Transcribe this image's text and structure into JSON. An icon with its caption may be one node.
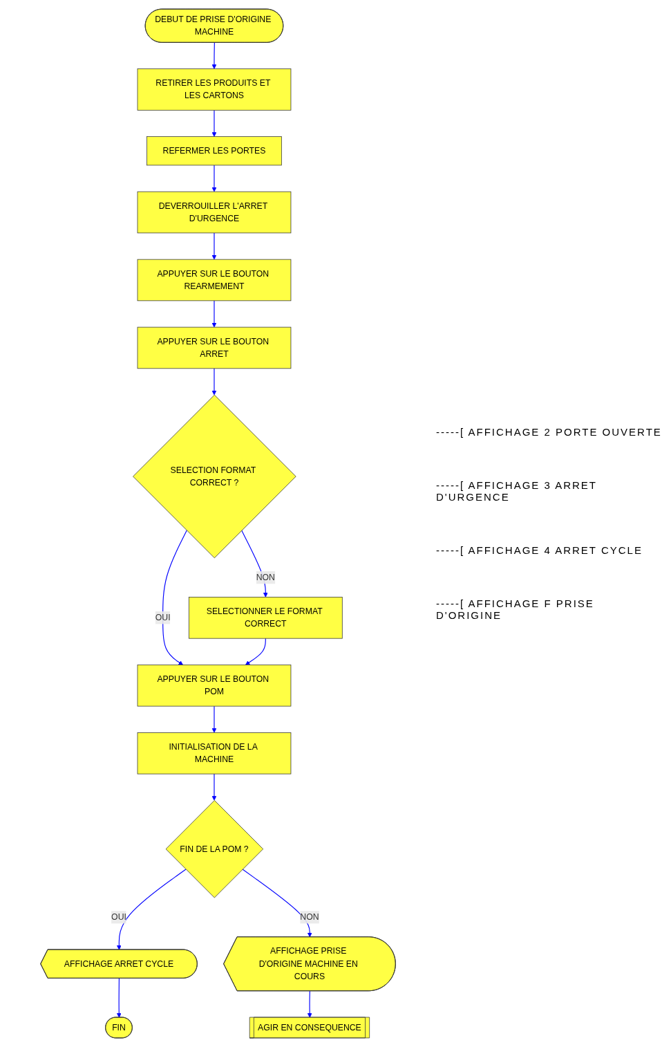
{
  "diagram": {
    "nodes": [
      {
        "text": [
          "DEBUT DE PRISE D'ORIGINE MACHINE"
        ]
      },
      {
        "text": [
          "RETIRER LES PRODUITS ET LES CARTONS"
        ]
      },
      {
        "text": [
          "REFERMER LES PORTES"
        ]
      },
      {
        "text": [
          "DEVERROUILLER L'ARRET D'URGENCE"
        ]
      },
      {
        "text": [
          "APPUYER SUR LE BOUTON REARMEMENT"
        ]
      },
      {
        "text": [
          "APPUYER SUR LE BOUTON ARRET"
        ]
      },
      {
        "text": [
          "SELECTION FORMAT CORRECT ?"
        ]
      },
      {
        "text": [
          "SELECTIONNER LE FORMAT CORRECT"
        ]
      },
      {
        "text": [
          "APPUYER SUR LE BOUTON POM"
        ]
      },
      {
        "text": [
          "INITIALISATION DE LA MACHINE"
        ]
      },
      {
        "text": [
          "FIN DE LA POM ?"
        ]
      },
      {
        "text": [
          "AFFICHAGE ARRET CYCLE"
        ]
      },
      {
        "text": [
          "AFFICHAGE PRISE D'ORIGINE MACHINE EN COURS"
        ]
      },
      {
        "text": [
          "FIN"
        ]
      },
      {
        "text": [
          "AGIR EN CONSEQUENCE"
        ]
      }
    ],
    "edges": [
      {
        "from": 0,
        "to": 1,
        "arrow": "to"
      },
      {
        "from": 1,
        "to": 2,
        "arrow": "to"
      },
      {
        "from": 2,
        "to": 3,
        "arrow": "to"
      },
      {
        "from": 3,
        "to": 4,
        "arrow": "to"
      },
      {
        "from": 4,
        "to": 5,
        "arrow": "to"
      },
      {
        "from": 5,
        "to": 6,
        "arrow": "to"
      },
      {
        "from": 6,
        "to": 7,
        "arrow": "to",
        "label": "NON"
      },
      {
        "from": 6,
        "to": 8,
        "arrow": "to",
        "label": "OUI"
      },
      {
        "from": 7,
        "to": 8,
        "arrow": "to"
      },
      {
        "from": 8,
        "to": 9,
        "arrow": "to"
      },
      {
        "from": 9,
        "to": 10,
        "arrow": "to"
      },
      {
        "from": 10,
        "to": 11,
        "arrow": "to",
        "label": "OUI"
      },
      {
        "from": 10,
        "to": 12,
        "arrow": "to",
        "label": "NON"
      },
      {
        "from": 11,
        "to": 13,
        "arrow": "to"
      },
      {
        "from": 12,
        "to": 14,
        "arrow": "to"
      }
    ],
    "labels": [
      "-----[ AFFICHAGE 2 PORTE OUVERTE",
      "-----[ AFFICHAGE 3 ARRET D'URGENCE",
      "-----[ AFFICHAGE 4 ARRET CYCLE",
      "-----[ AFFICHAGE F PRISE D'ORIGINE"
    ]
  }
}
